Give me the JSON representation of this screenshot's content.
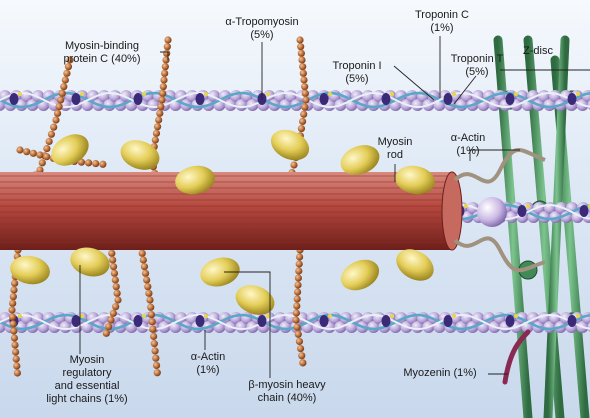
{
  "labels": {
    "mybpc": [
      "Myosin-binding",
      "protein C (40%)"
    ],
    "atropo": [
      "α-Tropomyosin",
      "(5%)"
    ],
    "tnc": [
      "Troponin C",
      "(1%)"
    ],
    "tni": [
      "Troponin I",
      "(5%)"
    ],
    "tnt": [
      "Troponin T",
      "(5%)"
    ],
    "zdisc": [
      "Z-disc"
    ],
    "myorod": [
      "Myosin",
      "rod"
    ],
    "aactin_r": [
      "α-Actin",
      "(1%)"
    ],
    "reglc": [
      "Myosin",
      "regulatory",
      "and essential",
      "light chains (1%)"
    ],
    "aactin_b": [
      "α-Actin",
      "(1%)"
    ],
    "bmhc": [
      "β-myosin heavy",
      "chain (40%)"
    ],
    "myozenin": [
      "Myozenin (1%)"
    ]
  },
  "colors": {
    "actin_bead": "#b9a6d9",
    "tropomyosin": "#5aa7c8",
    "troponin": "#3b2a78",
    "myosin_rod": "#b4473e",
    "myosin_head": "#e3cd57",
    "mybpc_bead": "#a65a2c",
    "z_disc": "#3f8a56",
    "myozenin": "#8a2a52",
    "titin": "#a0927f"
  }
}
